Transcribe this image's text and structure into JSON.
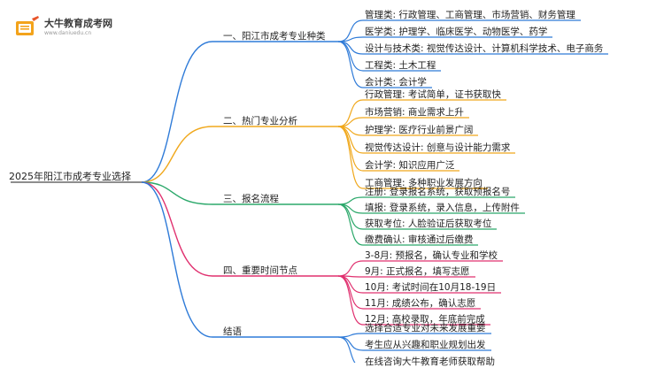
{
  "logo": {
    "title": "大牛教育成考网",
    "url": "www.daniuedu.cn",
    "icon": "book-pencil-icon"
  },
  "root": "2025年阳江市成考专业选择",
  "colors": {
    "root_line": "#4a4a4a",
    "branch1": "#2f7bd8",
    "branch2": "#f0a81c",
    "branch3": "#2ba86a",
    "branch4": "#e0306f",
    "branch5": "#2f7bd8"
  },
  "branches": [
    {
      "label": "一、阳江市成考专业种类",
      "items": [
        "管理类: 行政管理、工商管理、市场营销、财务管理",
        "医学类: 护理学、临床医学、动物医学、药学",
        "设计与技术类: 视觉传达设计、计算机科学技术、电子商务",
        "工程类: 土木工程",
        "会计类: 会计学"
      ]
    },
    {
      "label": "二、热门专业分析",
      "items": [
        "行政管理: 考试简单，证书获取快",
        "市场营销: 商业需求上升",
        "护理学: 医疗行业前景广阔",
        "视觉传达设计: 创意与设计能力需求",
        "会计学: 知识应用广泛",
        "工商管理: 多种职业发展方向"
      ]
    },
    {
      "label": "三、报名流程",
      "items": [
        "注册: 登录报名系统，获取预报名号",
        "填报: 登录系统，录入信息，上传附件",
        "获取考位: 人脸验证后获取考位",
        "缴费确认: 审核通过后缴费"
      ]
    },
    {
      "label": "四、重要时间节点",
      "items": [
        "3-8月: 预报名，确认专业和学校",
        "9月: 正式报名，填写志愿",
        "10月: 考试时间在10月18-19日",
        "11月: 成绩公布，确认志愿",
        "12月: 高校录取，年底前完成"
      ]
    },
    {
      "label": "结语",
      "items": [
        "选择合适专业对未来发展重要",
        "考生应从兴趣和职业规划出发",
        "在线咨询大牛教育老师获取帮助"
      ]
    }
  ]
}
